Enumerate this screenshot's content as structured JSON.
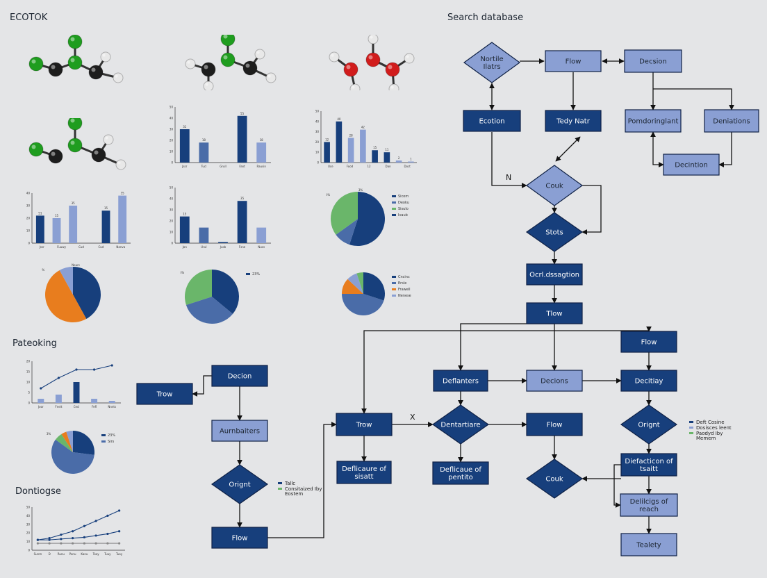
{
  "labels": {
    "top_left": "ECOTOK",
    "section_a": "Pateoking",
    "section_b": "Dontiogse",
    "search": "Search database"
  },
  "colors": {
    "navy": "#173f7c",
    "light": "#8a9fd3",
    "green": "#6ab66a",
    "orange": "#e87d1e",
    "mid": "#4a6ca8",
    "atom_black": "#1d1d1d",
    "atom_green": "#1f9d1f",
    "atom_red": "#d11c1c",
    "atom_white": "#e8e8e8"
  },
  "molecules": [
    {
      "atoms": [
        [
          "black",
          0,
          0
        ],
        [
          "black",
          58,
          4
        ],
        [
          "green",
          28,
          -40
        ],
        [
          "green",
          28,
          -10
        ],
        [
          "green",
          -28,
          -8
        ],
        [
          "white",
          72,
          -18
        ],
        [
          "white",
          90,
          12
        ]
      ]
    },
    {
      "atoms": [
        [
          "black",
          0,
          0
        ],
        [
          "black",
          60,
          -2
        ],
        [
          "green",
          28,
          -44
        ],
        [
          "green",
          28,
          -14
        ],
        [
          "white",
          -26,
          -8
        ],
        [
          "white",
          0,
          24
        ],
        [
          "white",
          74,
          -22
        ],
        [
          "white",
          90,
          12
        ]
      ]
    },
    {
      "atoms": [
        [
          "red",
          0,
          0
        ],
        [
          "red",
          32,
          -14
        ],
        [
          "red",
          60,
          0
        ],
        [
          "white",
          -24,
          -18
        ],
        [
          "white",
          6,
          28
        ],
        [
          "white",
          32,
          -44
        ],
        [
          "white",
          84,
          -16
        ],
        [
          "white",
          62,
          28
        ]
      ]
    },
    {
      "atoms": [
        [
          "black",
          0,
          0
        ],
        [
          "black",
          62,
          -2
        ],
        [
          "green",
          28,
          -48
        ],
        [
          "green",
          28,
          -16
        ],
        [
          "green",
          -28,
          -10
        ],
        [
          "white",
          76,
          -24
        ],
        [
          "white",
          94,
          12
        ]
      ]
    }
  ],
  "flow": {
    "nodes": [
      {
        "id": "n1",
        "label": "Nortile\nIlatrs",
        "shape": "diamond"
      },
      {
        "id": "n2",
        "label": "Flow",
        "shape": "rect",
        "fill": "light"
      },
      {
        "id": "n3",
        "label": "Decsion",
        "shape": "rect",
        "fill": "light"
      },
      {
        "id": "n4",
        "label": "Ecotion",
        "shape": "rect",
        "fill": "navy"
      },
      {
        "id": "n5",
        "label": "Tedy Natr",
        "shape": "rect",
        "fill": "navy"
      },
      {
        "id": "n6",
        "label": "Pomdoringlant",
        "shape": "rect",
        "fill": "light"
      },
      {
        "id": "n7",
        "label": "Deniations",
        "shape": "rect",
        "fill": "light"
      },
      {
        "id": "n8",
        "label": "Decintion",
        "shape": "rect",
        "fill": "light"
      },
      {
        "id": "n9",
        "label": "Couk",
        "shape": "diamond",
        "fill": "light"
      },
      {
        "id": "n10",
        "label": "Stots",
        "shape": "diamond",
        "fill": "navy"
      },
      {
        "id": "n11",
        "label": "Ocrl.dssagtion",
        "shape": "rect",
        "fill": "navy"
      },
      {
        "id": "n12",
        "label": "Tlow",
        "shape": "rect",
        "fill": "navy"
      },
      {
        "id": "n13",
        "label": "Flow",
        "shape": "rect",
        "fill": "navy"
      },
      {
        "id": "n14",
        "label": "Deflanters",
        "shape": "rect",
        "fill": "navy"
      },
      {
        "id": "n15",
        "label": "Decions",
        "shape": "rect",
        "fill": "light"
      },
      {
        "id": "n16",
        "label": "Decitiay",
        "shape": "rect",
        "fill": "navy"
      },
      {
        "id": "n17",
        "label": "Decion",
        "shape": "rect",
        "fill": "navy"
      },
      {
        "id": "n18",
        "label": "Trow",
        "shape": "rect",
        "fill": "navy"
      },
      {
        "id": "n19",
        "label": "Aurnbaiters",
        "shape": "rect",
        "fill": "light"
      },
      {
        "id": "n20",
        "label": "Orignt",
        "shape": "diamond",
        "fill": "navy"
      },
      {
        "id": "n21",
        "label": "Flow",
        "shape": "rect",
        "fill": "navy"
      },
      {
        "id": "n22",
        "label": "Trow",
        "shape": "rect",
        "fill": "navy"
      },
      {
        "id": "n23",
        "label": "Deflicaure of\nsisatt",
        "shape": "rect",
        "fill": "navy"
      },
      {
        "id": "n24",
        "label": "Dentartiare",
        "shape": "diamond",
        "fill": "navy"
      },
      {
        "id": "n25",
        "label": "Deflicaue of\npentito",
        "shape": "rect",
        "fill": "navy"
      },
      {
        "id": "n26",
        "label": "Flow",
        "shape": "rect",
        "fill": "navy"
      },
      {
        "id": "n27",
        "label": "Couk",
        "shape": "diamond",
        "fill": "navy"
      },
      {
        "id": "n28",
        "label": "Orignt",
        "shape": "diamond",
        "fill": "navy"
      },
      {
        "id": "n29",
        "label": "Diefacticon of\ntsaitt",
        "shape": "rect",
        "fill": "navy"
      },
      {
        "id": "n30",
        "label": "Delilcigs of\nreach",
        "shape": "rect",
        "fill": "light"
      },
      {
        "id": "n31",
        "label": "Tealety",
        "shape": "rect",
        "fill": "light"
      }
    ],
    "edge_labels": {
      "n": "N",
      "x": "X"
    },
    "legend_mid": [
      "Tallc",
      "Consitaized Iby\nEostem"
    ],
    "legend_right": [
      "Deft Cosine",
      "Dosisces leent",
      "Paodyd Iby\nMemem"
    ]
  },
  "chart_data": [
    {
      "type": "bar",
      "categories": [
        "Jssr",
        "Tucl",
        "Grull",
        "Fant",
        "Rausin"
      ],
      "values": [
        30,
        18,
        0,
        42,
        18
      ],
      "ylim": [
        0,
        50
      ],
      "yticks": [
        0,
        10,
        20,
        30,
        40,
        50
      ],
      "colors": [
        "navy",
        "mid",
        "navy",
        "navy",
        "light"
      ],
      "data_labels": [
        "31",
        "18",
        "",
        "55",
        "18"
      ]
    },
    {
      "type": "bar",
      "categories": [
        "Uce",
        "Food",
        "12",
        "Dan",
        "Doct"
      ],
      "values": [
        20,
        40,
        24,
        32,
        12,
        10,
        2,
        1
      ],
      "ylim": [
        0,
        50
      ],
      "yticks": [
        0,
        10,
        20,
        30,
        40,
        50
      ],
      "colors": [
        "navy",
        "navy",
        "light",
        "light",
        "navy",
        "navy",
        "light",
        "light"
      ],
      "data_labels": [
        "12",
        "40",
        "28",
        "42",
        "15",
        "11",
        "2",
        "1"
      ],
      "grouped": true
    },
    {
      "type": "bar",
      "categories": [
        "Jssr",
        "Fuuwy",
        "Cud",
        "Cud",
        "Nanva"
      ],
      "values": [
        22,
        20,
        30,
        0,
        26,
        38
      ],
      "ylim": [
        0,
        40
      ],
      "yticks": [
        0,
        10,
        20,
        30,
        40
      ],
      "colors": [
        "navy",
        "light",
        "light",
        "navy",
        "navy",
        "light"
      ],
      "data_labels": [
        "51",
        "15",
        "35",
        "",
        "15",
        "35"
      ]
    },
    {
      "type": "bar",
      "categories": [
        "Jon",
        "Urul",
        "Jucb",
        "Fsne",
        "Nucs"
      ],
      "values": [
        24,
        14,
        1,
        38,
        14
      ],
      "ylim": [
        0,
        50
      ],
      "yticks": [
        0,
        10,
        20,
        30,
        40,
        50
      ],
      "colors": [
        "navy",
        "mid",
        "navy",
        "navy",
        "light"
      ],
      "data_labels": [
        "15",
        "",
        "",
        "35",
        ""
      ]
    },
    {
      "type": "pie",
      "values": [
        55,
        10,
        35
      ],
      "colors": [
        "navy",
        "mid",
        "green"
      ],
      "legend": [
        "Sicom",
        "Deoku",
        "Sisulo",
        "Ivaub"
      ],
      "data_labels": [
        "3%",
        "3%"
      ]
    },
    {
      "type": "pie",
      "values": [
        42,
        50,
        8
      ],
      "colors": [
        "navy",
        "orange",
        "light"
      ],
      "data_labels": [
        "3%",
        "Nours"
      ]
    },
    {
      "type": "pie",
      "values": [
        36,
        34,
        30
      ],
      "colors": [
        "navy",
        "mid",
        "green"
      ],
      "legend": [
        "23%"
      ],
      "data_labels": [
        "3%"
      ]
    },
    {
      "type": "pie",
      "values": [
        30,
        45,
        12,
        8,
        5
      ],
      "colors": [
        "navy",
        "mid",
        "orange",
        "light",
        "green"
      ],
      "legend": [
        "Cncinc",
        "Ersle",
        "Frawell",
        "Nenese"
      ]
    },
    {
      "type": "line",
      "categories": [
        "Joor",
        "Fneit",
        "Cecl",
        "Fefl",
        "Nnnts"
      ],
      "series": [
        {
          "values": [
            7,
            12,
            16,
            16,
            18
          ],
          "color": "navy"
        }
      ],
      "bars": [
        2,
        4,
        10,
        2,
        1
      ],
      "ylim": [
        0,
        20
      ],
      "yticks": [
        0,
        5,
        10,
        15,
        20
      ]
    },
    {
      "type": "pie",
      "values": [
        27,
        58,
        6,
        4,
        5
      ],
      "colors": [
        "navy",
        "mid",
        "green",
        "orange",
        "light"
      ],
      "legend": [
        "23%",
        "Sirs"
      ],
      "data_labels": [
        "3%"
      ]
    },
    {
      "type": "line",
      "categories": [
        "Sunm",
        "D",
        "Runu",
        "Ponu",
        "Kanu",
        "Tooy",
        "Tuuy",
        "Tuoy"
      ],
      "series": [
        {
          "values": [
            12,
            14,
            18,
            22,
            28,
            34,
            40,
            46
          ],
          "color": "navy"
        },
        {
          "values": [
            12,
            12,
            13,
            14,
            15,
            17,
            19,
            22
          ],
          "color": "navy"
        },
        {
          "values": [
            8,
            8,
            8,
            8,
            8,
            8,
            8,
            8
          ],
          "color": "grey"
        }
      ],
      "ylim": [
        0,
        50
      ],
      "yticks": [
        0,
        10,
        20,
        30,
        40,
        50
      ]
    }
  ]
}
